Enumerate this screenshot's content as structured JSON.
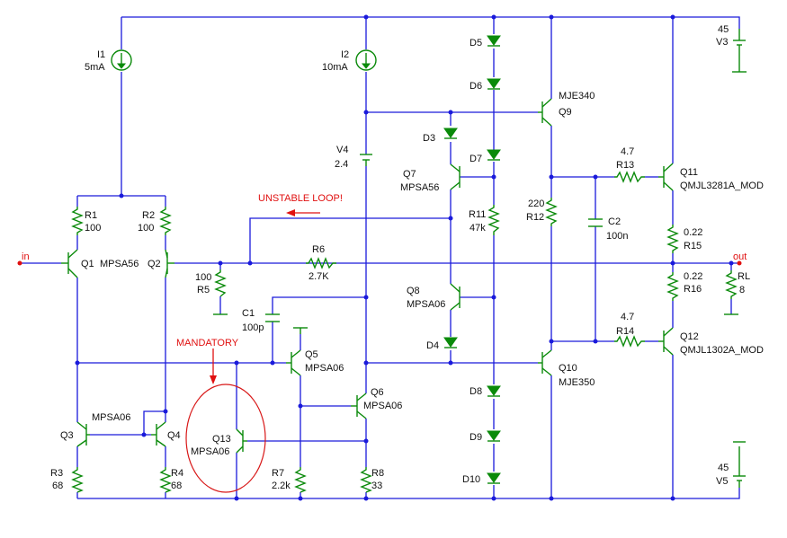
{
  "labels": {
    "in": "in",
    "out": "out",
    "unstable": "UNSTABLE LOOP!",
    "mandatory": "MANDATORY",
    "I1": "I1",
    "I1v": "5mA",
    "I2": "I2",
    "I2v": "10mA",
    "V3": "45",
    "V3n": "V3",
    "V5": "45",
    "V5n": "V5",
    "V4": "V4",
    "V4v": "2.4",
    "R1": "R1",
    "R1v": "100",
    "R2": "R2",
    "R2v": "100",
    "R3": "R3",
    "R3v": "68",
    "R4": "R4",
    "R4v": "68",
    "R5v": "100",
    "R5": "R5",
    "R6": "R6",
    "R6v": "2.7K",
    "R7": "R7",
    "R7v": "2.2k",
    "R8": "R8",
    "R8v": "33",
    "R11": "R11",
    "R11v": "47k",
    "R12v": "220",
    "R12": "R12",
    "R13v": "4.7",
    "R13": "R13",
    "R14v": "4.7",
    "R14": "R14",
    "R15v": "0.22",
    "R15": "R15",
    "R16v": "0.22",
    "R16": "R16",
    "RL": "RL",
    "RLv": "8",
    "C1": "C1",
    "C1v": "100p",
    "C2": "C2",
    "C2v": "100n",
    "Q1": "Q1",
    "Q2": "Q2",
    "Q12type": "MPSA56",
    "Q3": "Q3",
    "Q4": "Q4",
    "Q34type": "MPSA06",
    "Q5": "Q5",
    "Q5type": "MPSA06",
    "Q6": "Q6",
    "Q6type": "MPSA06",
    "Q7": "Q7",
    "Q7type": "MPSA56",
    "Q8": "Q8",
    "Q8type": "MPSA06",
    "Q9type": "MJE340",
    "Q9": "Q9",
    "Q10": "Q10",
    "Q10type": "MJE350",
    "Q11": "Q11",
    "Q11type": "QMJL3281A_MOD",
    "Q12": "Q12",
    "Q12model": "QMJL1302A_MOD",
    "Q13": "Q13",
    "Q13type": "MPSA06",
    "D3": "D3",
    "D4": "D4",
    "D5": "D5",
    "D6": "D6",
    "D7": "D7",
    "D8": "D8",
    "D9": "D9",
    "D10": "D10"
  }
}
